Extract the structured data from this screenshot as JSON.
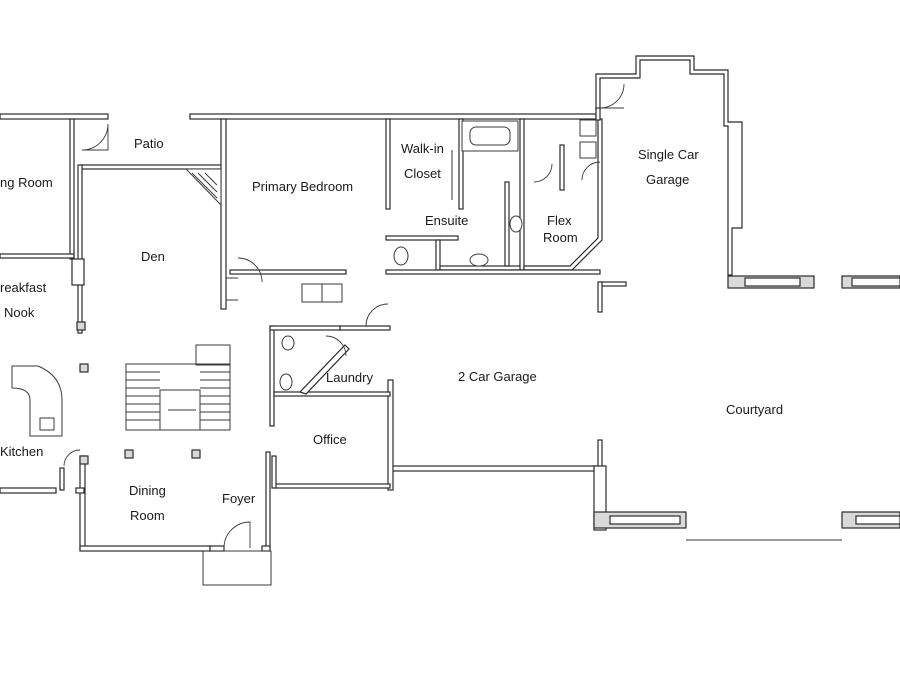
{
  "rooms": {
    "living_room": "ng Room",
    "patio": "Patio",
    "primary_bedroom": "Primary Bedroom",
    "walk_in_closet_line1": "Walk-in",
    "walk_in_closet_line2": "Closet",
    "ensuite": "Ensuite",
    "flex_room_line1": "Flex",
    "flex_room_line2": "Room",
    "single_car_garage_line1": "Single Car",
    "single_car_garage_line2": "Garage",
    "den": "Den",
    "breakfast_nook_line1": "reakfast",
    "breakfast_nook_line2": "Nook",
    "laundry": "Laundry",
    "two_car_garage": "2 Car Garage",
    "courtyard": "Courtyard",
    "office": "Office",
    "kitchen": "Kitchen",
    "dining_room_line1": "Dining",
    "dining_room_line2": "Room",
    "foyer": "Foyer"
  }
}
